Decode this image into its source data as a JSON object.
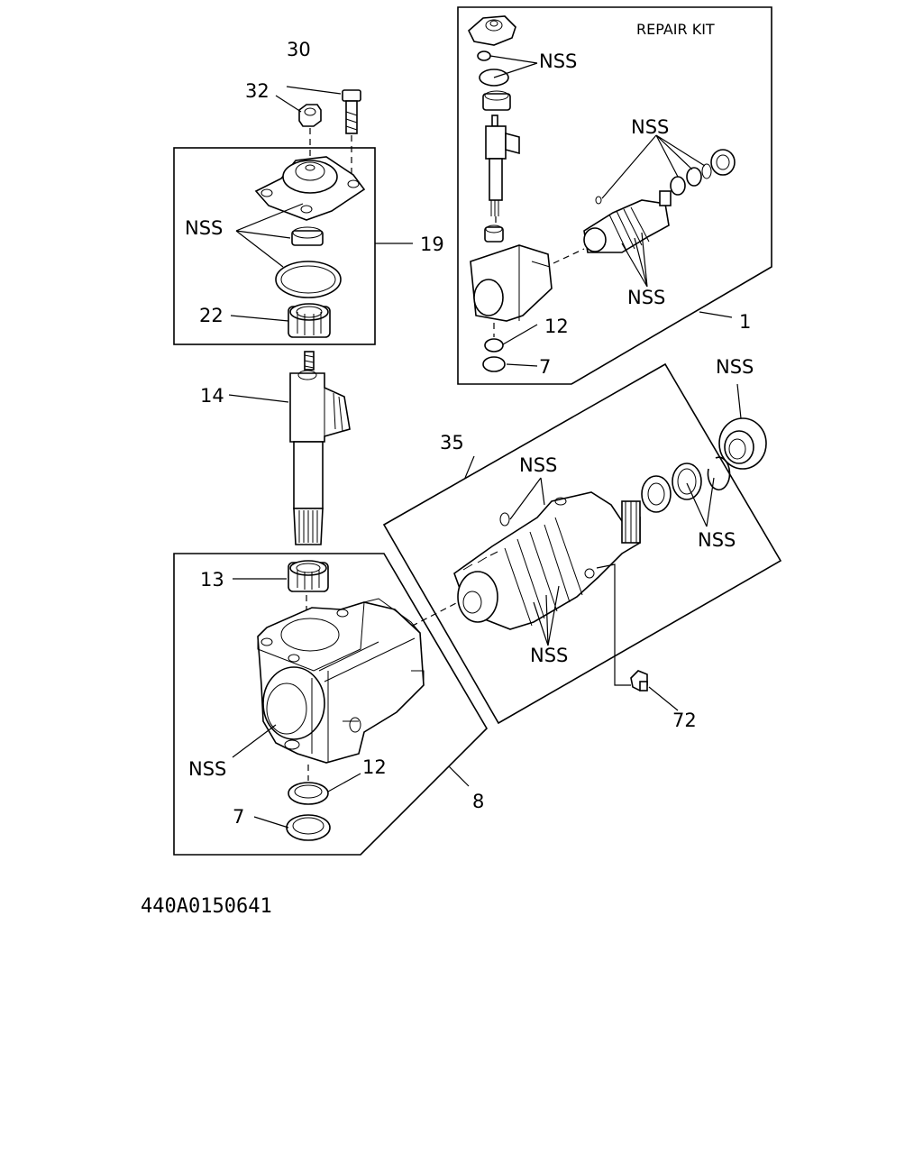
{
  "repair_kit": {
    "title": "REPAIR KIT",
    "nss_top": "NSS",
    "nss_middle": "NSS",
    "nss_bottom": "NSS",
    "part_12": "12",
    "part_7": "7",
    "part_1": "1"
  },
  "cover_group": {
    "part_30": "30",
    "part_32": "32",
    "nss": "NSS",
    "part_19": "19",
    "part_22": "22"
  },
  "shaft": {
    "part_14": "14"
  },
  "valve_group": {
    "part_35": "35",
    "nss_upper": "NSS",
    "nss_bearing": "NSS",
    "nss_rings": "NSS",
    "nss_lower": "NSS",
    "part_72": "72"
  },
  "housing_group": {
    "part_13": "13",
    "nss": "NSS",
    "part_12": "12",
    "part_7": "7",
    "part_8": "8"
  },
  "drawing_code": "440A0150641"
}
